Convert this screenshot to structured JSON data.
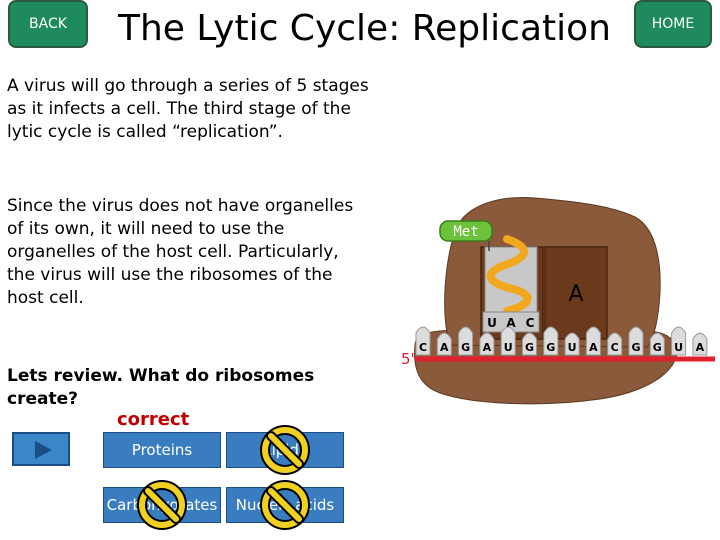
{
  "nav": {
    "back_label": "BACK",
    "home_label": "HOME"
  },
  "title": "The Lytic Cycle: Replication",
  "paragraphs": [
    "A virus will go through a series of 5 stages as it infects a cell. The third stage of the lytic cycle is called “replication”.",
    "Since the virus does not have organelles of its own, it will need to use the organelles of the host cell. Particularly, the virus will use the ribosomes of the host cell."
  ],
  "question": "Lets review. What do ribosomes create?",
  "feedback": "correct",
  "answers": [
    {
      "label": "Proteins",
      "crossed": false
    },
    {
      "label": "Lipids",
      "crossed": true
    },
    {
      "label": "Carbohydrates",
      "crossed": true
    },
    {
      "label": "Nucleic acids",
      "crossed": true
    }
  ],
  "diagram": {
    "amino_acid": "Met",
    "a_site_label": "A",
    "anticodon": [
      "U",
      "A",
      "C"
    ],
    "strand_label": "5'",
    "mrna": [
      "C",
      "A",
      "G",
      "A",
      "U",
      "G",
      "G",
      "U",
      "A",
      "C",
      "G",
      "G",
      "U",
      "A"
    ]
  },
  "colors": {
    "nav": "#1f8a5b",
    "answer": "#3a7cc0",
    "ribosome": "#8a5a3a",
    "mrna_line": "#e0202c",
    "no_sign": "#f0d020"
  }
}
